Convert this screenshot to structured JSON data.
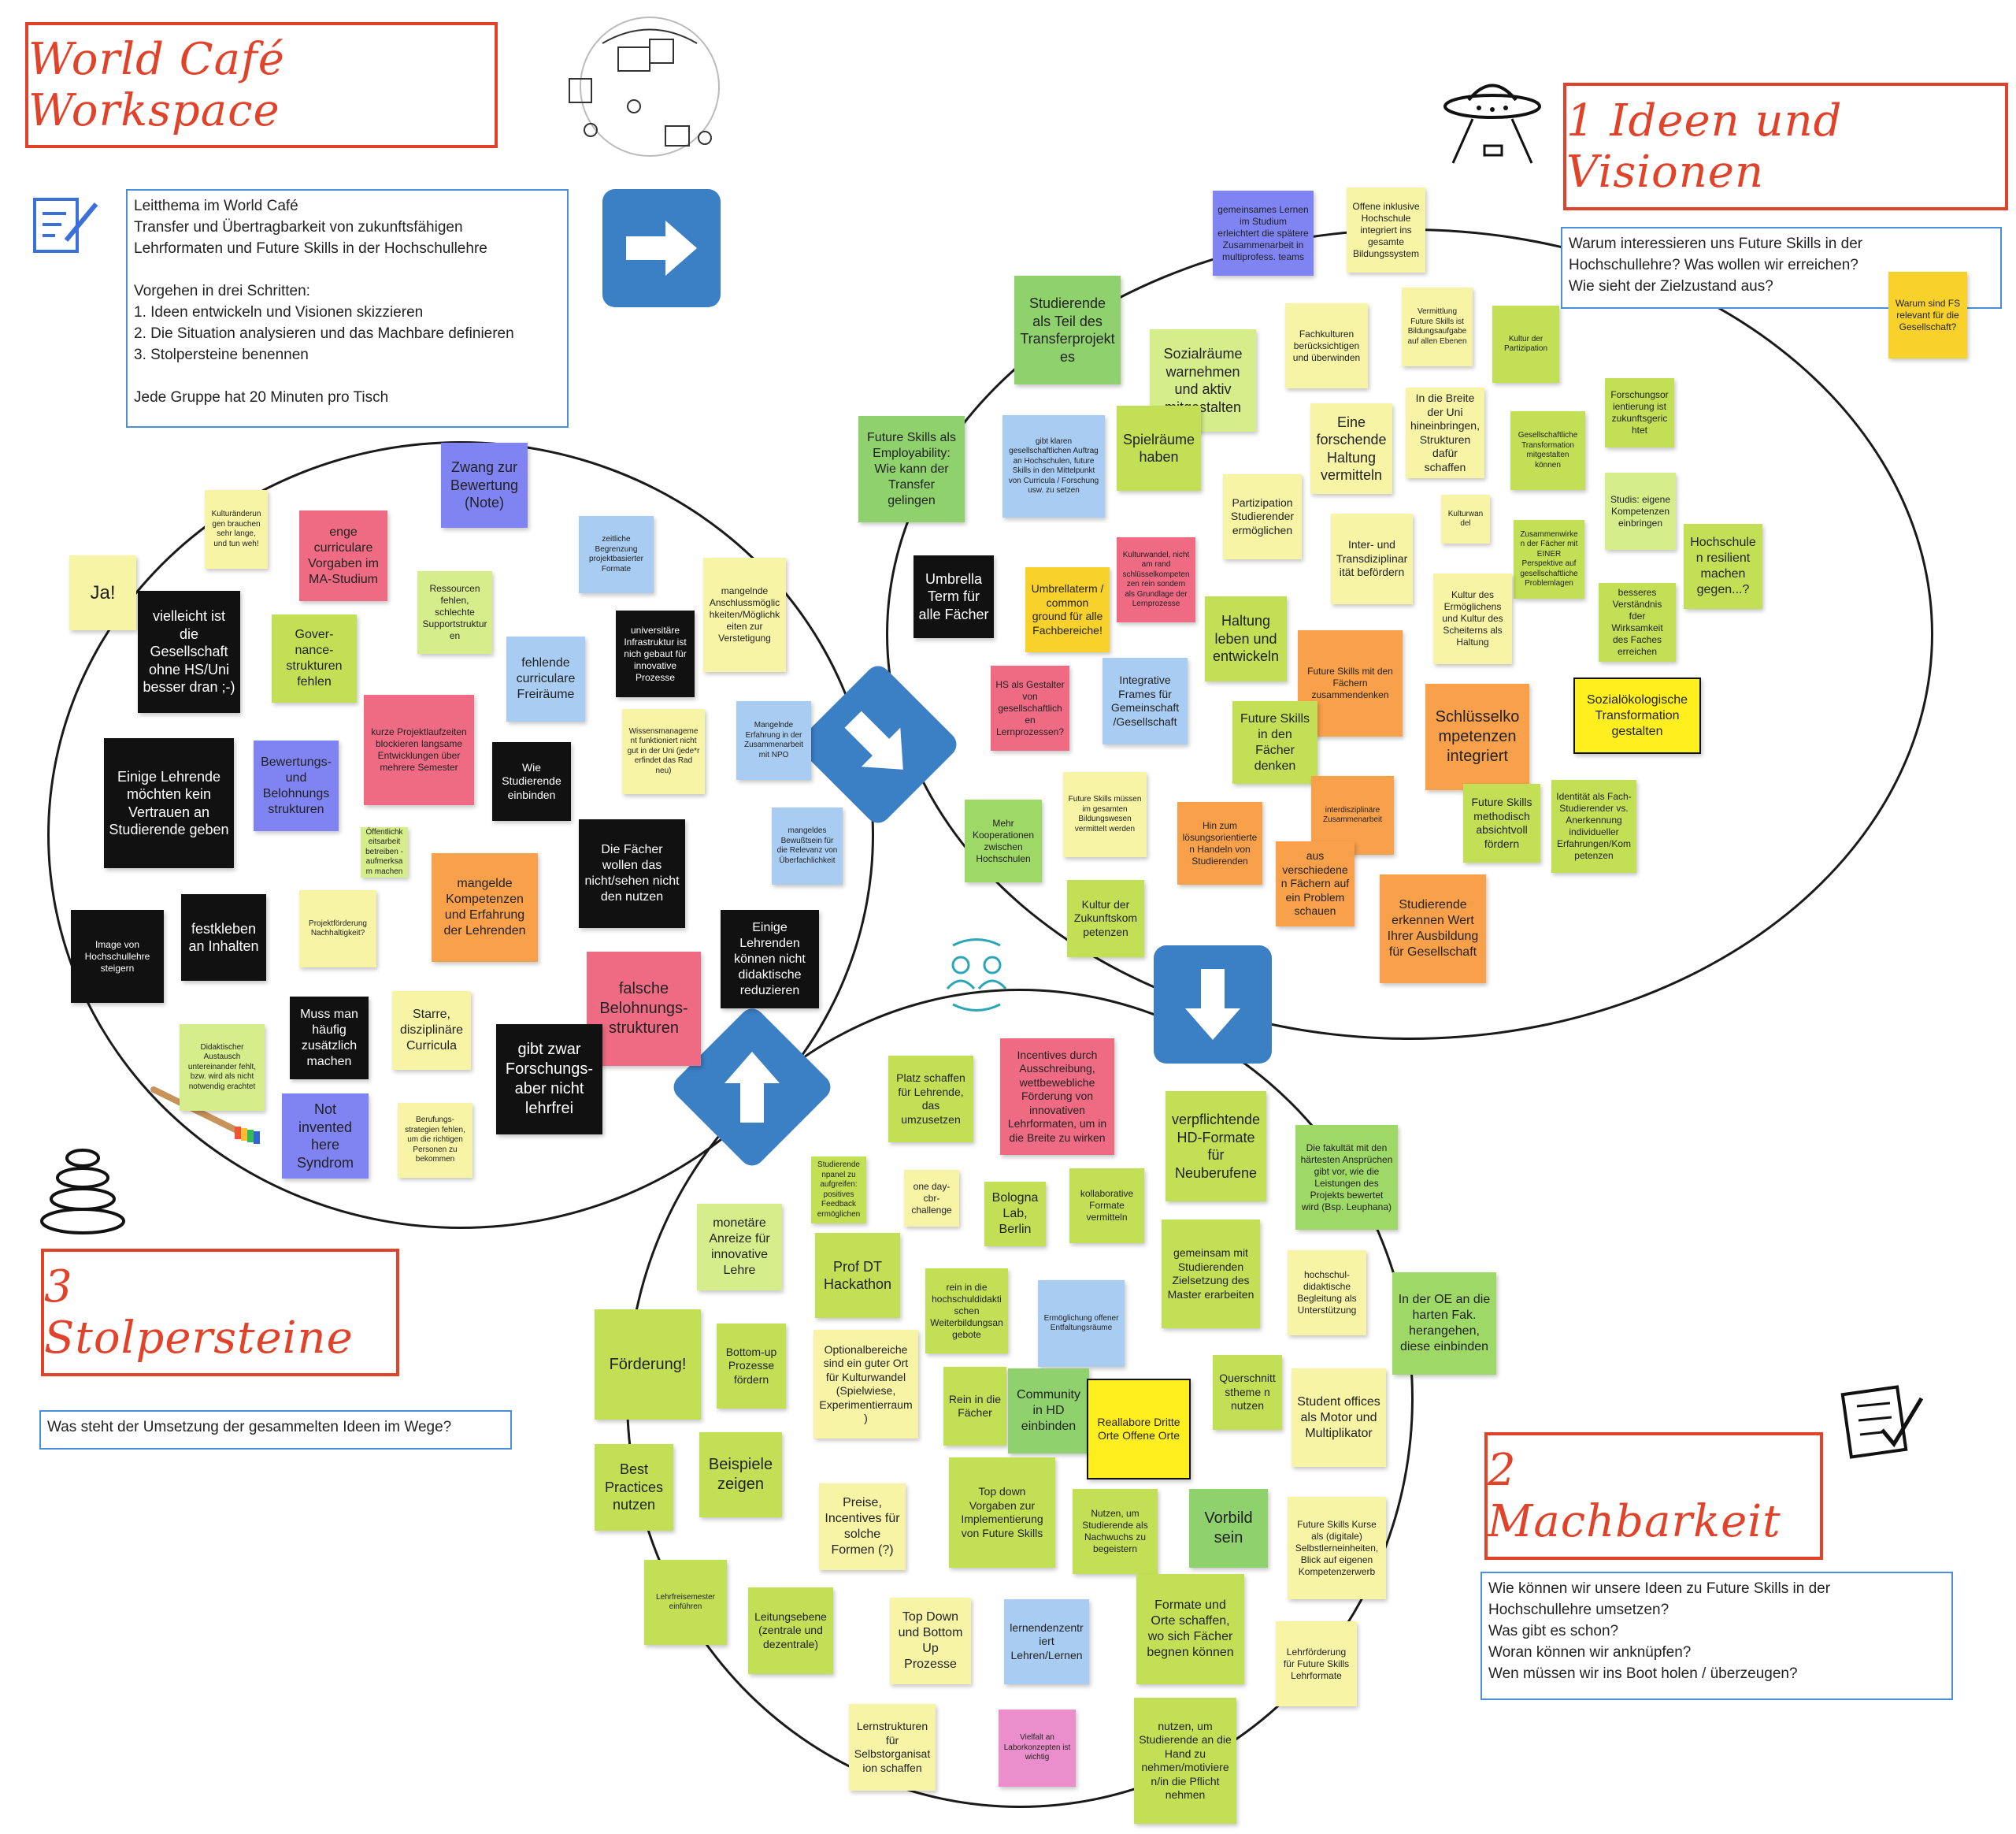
{
  "titles": {
    "main": "World Café Workspace",
    "t1": "1 Ideen und Visionen",
    "t2": "2 Machbarkeit",
    "t3": "3 Stolpersteine"
  },
  "intro": {
    "lines": [
      "Leitthema im World Café",
      "Transfer und Übertragbarkeit von zukunftsfähigen",
      "Lehrformaten und Future Skills in der Hochschullehre",
      "",
      "Vorgehen in drei Schritten:",
      "1. Ideen entwickeln und Visionen skizzieren",
      "2. Die Situation analysieren und das Machbare definieren",
      "3. Stolpersteine benennen",
      "",
      "Jede Gruppe hat 20 Minuten pro Tisch"
    ]
  },
  "questions": {
    "q1": [
      "Warum interessieren uns Future Skills in der",
      "Hochschullehre? Was wollen wir erreichen?",
      "Wie sieht der Zielzustand aus?"
    ],
    "q2": [
      "Wie können wir unsere Ideen zu Future Skills in der",
      "Hochschullehre umsetzen?",
      "Was gibt es schon?",
      "Woran können wir anknüpfen?",
      "Wen müssen wir ins Boot holen / überzeugen?"
    ],
    "q3": [
      "Was steht der Umsetzung der gesammelten Ideen im Wege?"
    ]
  },
  "icons": {
    "arrow_right": "arrow-right-icon",
    "arrow_down": "arrow-down-icon",
    "arrow_diag_down": "arrow-down-right-icon",
    "arrow_diag_up": "arrow-up-left-icon",
    "ufo": "ufo-icon",
    "checklist": "checklist-icon",
    "stones": "stacked-stones-icon",
    "notepad": "notepad-pen-icon",
    "people_cycle": "people-exchange-icon",
    "colors": {
      "arrow": "#3b7fc4",
      "title": "#e0422a",
      "question_border": "#4a90d9"
    }
  },
  "notes": {
    "n1_01": "gemeinsames Lernen im Studium erleichtert die spätere Zusammenarbeit in multiprofess. teams",
    "n1_02": "Offene inklusive Hochschule integriert ins gesamte Bildungssystem",
    "n1_03": "Studierende als Teil des Transferprojektes",
    "n1_04": "Sozialräume warnehmen und aktiv mitgestalten",
    "n1_05": "Fachkulturen berücksichtigen und überwinden",
    "n1_06": "Vermittlung Future Skills ist Bildungsaufgabe auf allen Ebenen",
    "n1_07": "Kultur der Partizipation",
    "n1_08": "Warum sind FS relevant für die Gesellschaft?",
    "n1_09": "Future Skills als Employability: Wie kann der Transfer gelingen",
    "n1_10": "gibt klaren gesellschaftlichen Auftrag an Hochschulen, future Skills in den Mittelpunkt von Curricula / Forschung usw. zu setzen",
    "n1_11": "Spielräume haben",
    "n1_12": "Eine forschende Haltung vermitteln",
    "n1_13": "In die Breite der Uni hineinbringen, Strukturen dafür schaffen",
    "n1_14": "Gesellschaftliche Transformation mitgestalten können",
    "n1_15": "Forschungsorientierung ist zukunftsgerichtet",
    "n1_16": "Partizipation Studierender ermöglichen",
    "n1_17": "Kulturwandel",
    "n1_18": "Studis: eigene Kompetenzen einbringen",
    "n1_19": "Umbrella Term für alle Fächer",
    "n1_20": "Kulturwandel, nicht am rand schlüsselkompetenzen rein sondern als Grundlage der Lernprozesse",
    "n1_21": "Inter- und Transdiziplinarität befördern",
    "n1_22": "Zusammenwirken der Fächer mit EINER Perspektive auf gesellschaftliche Problemlagen",
    "n1_23": "Hochschulen resilient machen gegen...?",
    "n1_24": "Umbrellaterm / common ground für alle Fachbereiche!",
    "n1_25": "Haltung leben und entwickeln",
    "n1_26": "Kultur des Ermöglichens und Kultur des Scheiterns als Haltung",
    "n1_27": "besseres Verständnis fder Wirksamkeit des Faches erreichen",
    "n1_28": "HS als Gestalter von gesellschaftlichen Lernprozessen?",
    "n1_29": "Integrative Frames für Gemeinschaft /Gesellschaft",
    "n1_30": "Future Skills mit den Fächern zusammendenken",
    "n1_31": "Schlüsselkompetenzen integriert",
    "n1_32": "Sozialökologische Transformation gestalten",
    "n1_33": "Future Skills in den Fächer denken",
    "n1_34": "Future Skills methodisch absichtvoll fördern",
    "n1_35": "Identität als Fach-Studierender vs. Anerkennung individueller Erfahrungen/Kompetenzen",
    "n1_36": "Mehr Kooperationen zwischen Hochschulen",
    "n1_37": "Future Skills müssen im gesamten Bildungswesen vermittelt werden",
    "n1_38": "Hin zum lösungsorientierten Handeln von Studierenden",
    "n1_39": "interdisziplinäre Zusammenarbeit",
    "n1_40": "aus verschiedenen Fächern auf ein Problem schauen",
    "n1_41": "Studierende erkennen Wert Ihrer Ausbildung für Gesellschaft",
    "n1_42": "Kultur der Zukunftskompetenzen",
    "n3_01": "Zwang zur Bewertung (Note)",
    "n3_02": "Kulturänderungen brauchen sehr lange, und tun weh!",
    "n3_03": "enge curriculare Vorgaben im MA-Studium",
    "n3_04": "zeitliche Begrenzung projektbasierter Formate",
    "n3_05": "Ja!",
    "n3_06": "vielleicht ist die Gesellschaft ohne HS/Uni besser dran ;-)",
    "n3_07": "Ressourcen fehlen, schlechte Supportstrukturen",
    "n3_08": "universitäre Infrastruktur ist nich gebaut für innovative Prozesse",
    "n3_09": "mangelnde Anschlussmöglichkeiten/Möglichkeiten zur Verstetigung",
    "n3_10": "Gover-nance-strukturen fehlen",
    "n3_11": "fehlende curriculare Freiräume",
    "n3_12": "Wissensmanagement funktioniert nicht gut in der Uni (jede*r erfindet das Rad neu)",
    "n3_13": "Mangelnde Erfahrung in der Zusammenarbeit mit NPO",
    "n3_14": "Einige Lehrende möchten kein Vertrauen an Studierende geben",
    "n3_15": "Bewertungs- und Belohnungs strukturen",
    "n3_16": "kurze Projektlaufzeiten blockieren langsame Entwicklungen über mehrere Semester",
    "n3_17": "Wie Studierende einbinden",
    "n3_18": "mangeldes Bewußtsein für die Relevanz von Überfachlichkeit",
    "n3_19": "Öffentlichkeitsarbeit betreiben - aufmerksam machen",
    "n3_20": "Die Fächer wollen das nicht/sehen nicht den nutzen",
    "n3_21": "mangelde Kompetenzen und Erfahrung der Lehrenden",
    "n3_22": "Image von Hochschullehre steigern",
    "n3_23": "festkleben an Inhalten",
    "n3_24": "Projektförderung Nachhaltigkeit?",
    "n3_25": "Einige Lehrenden können nicht didaktische reduzieren",
    "n3_26": "falsche Belohnungs-strukturen",
    "n3_27": "Didaktischer Austausch untereinander fehlt, bzw. wird als nicht notwendig erachtet",
    "n3_28": "Muss man häufig zusätzlich machen",
    "n3_29": "Starre, disziplinäre Curricula",
    "n3_30": "gibt zwar Forschungs-aber nicht lehrfrei",
    "n3_31": "Not invented here Syndrom",
    "n3_32": "Berufungs-strategien fehlen, um die richtigen Personen zu bekommen",
    "n2_01": "Platz schaffen für Lehrende, das umzusetzen",
    "n2_02": "Incentives durch Ausschreibung, wettbewebliche Förderung von innovativen Lehrformaten, um in die Breite zu wirken",
    "n2_03": "verpflichtende HD-Formate für Neuberufene",
    "n2_04": "Die fakultät mit den härtesten Ansprüchen gibt vor, wie die Leistungen des Projekts bewertet wird (Bsp. Leuphana)",
    "n2_05": "Studierendenpanel zu aufgreifen: positives Feedback ermöglichen",
    "n2_06": "one day-cbr-challenge",
    "n2_07": "Bologna Lab, Berlin",
    "n2_08": "kollaborative Formate vermitteln",
    "n2_09": "monetäre Anreize für innovative Lehre",
    "n2_10": "Prof DT Hackathon",
    "n2_11": "rein in die hochschuldidaktischen Weiterbildungsangebote",
    "n2_12": "gemeinsam mit Studierenden Zielsetzung des Master erarbeiten",
    "n2_13": "hochschul-didaktische Begleitung als Unterstützung",
    "n2_14": "In der OE an die harten Fak. herangehen, diese einbinden",
    "n2_15": "Förderung!",
    "n2_16": "Bottom-up Prozesse fördern",
    "n2_17": "Optionalbereiche sind ein guter Ort für Kulturwandel (Spielwiese, Experimentierraum)",
    "n2_18": "Ermöglichung offener Entfaltungsräume",
    "n2_19": "Rein in die Fächer",
    "n2_20": "Community in HD einbinden",
    "n2_21": "Reallabore Dritte Orte Offene Orte",
    "n2_22": "Querschnittstheme n nutzen",
    "n2_23": "Student offices als Motor und Multiplikator",
    "n2_24": "Best Practices nutzen",
    "n2_25": "Beispiele zeigen",
    "n2_26": "Preise, Incentives für solche Formen (?)",
    "n2_27": "Top down Vorgaben zur Implementierung von Future Skills",
    "n2_28": "Nutzen, um Studierende als Nachwuchs zu begeistern",
    "n2_29": "Vorbild sein",
    "n2_30": "Future Skills Kurse als (digitale) Selbstlerneinheiten, Blick auf eigenen Kompetenzerwerb",
    "n2_31": "Lehrfreisemester einführen",
    "n2_32": "Leitungsebene (zentrale und dezentrale)",
    "n2_33": "Top Down und Bottom Up Prozesse",
    "n2_34": "lernendenzentriert Lehren/Lernen",
    "n2_35": "Formate und Orte schaffen, wo sich Fächer begnen können",
    "n2_36": "Lehrförderung für Future Skills Lehrformate",
    "n2_37": "Lernstrukturen für Selbstorganisation schaffen",
    "n2_38": "Vielfalt an Laborkonzepten ist wichtig",
    "n2_39": "nutzen, um Studierende an die Hand zu nehmen/motivieren/in die Pflicht nehmen"
  }
}
